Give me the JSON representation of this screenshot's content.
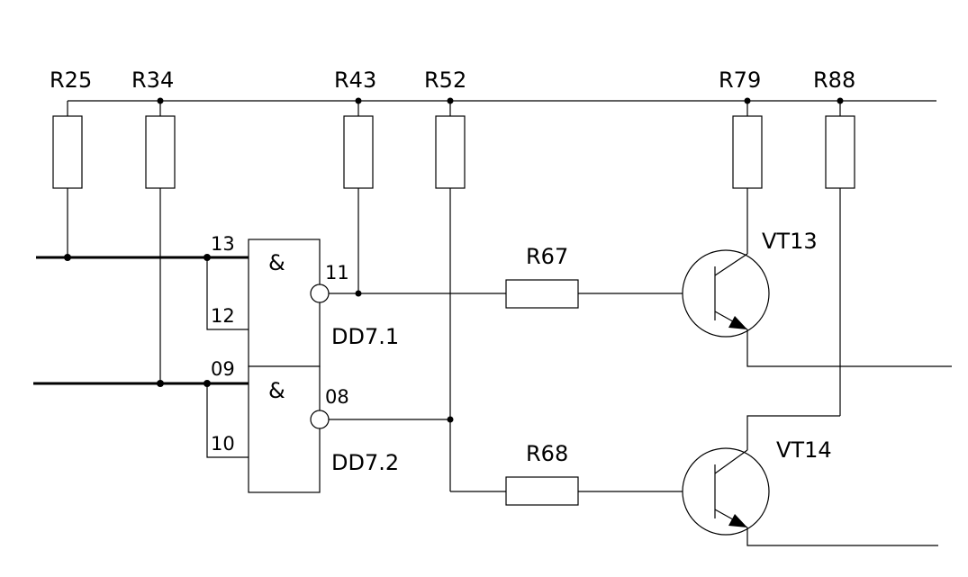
{
  "resistors": {
    "r25": "R25",
    "r34": "R34",
    "r43": "R43",
    "r52": "R52",
    "r79": "R79",
    "r88": "R88",
    "r67": "R67",
    "r68": "R68"
  },
  "gates": {
    "dd71": {
      "name": "DD7.1",
      "symbol": "&",
      "in_a": "13",
      "in_b": "12",
      "out": "11"
    },
    "dd72": {
      "name": "DD7.2",
      "symbol": "&",
      "in_a": "09",
      "in_b": "10",
      "out": "08"
    }
  },
  "transistors": {
    "vt13": "VT13",
    "vt14": "VT14"
  }
}
